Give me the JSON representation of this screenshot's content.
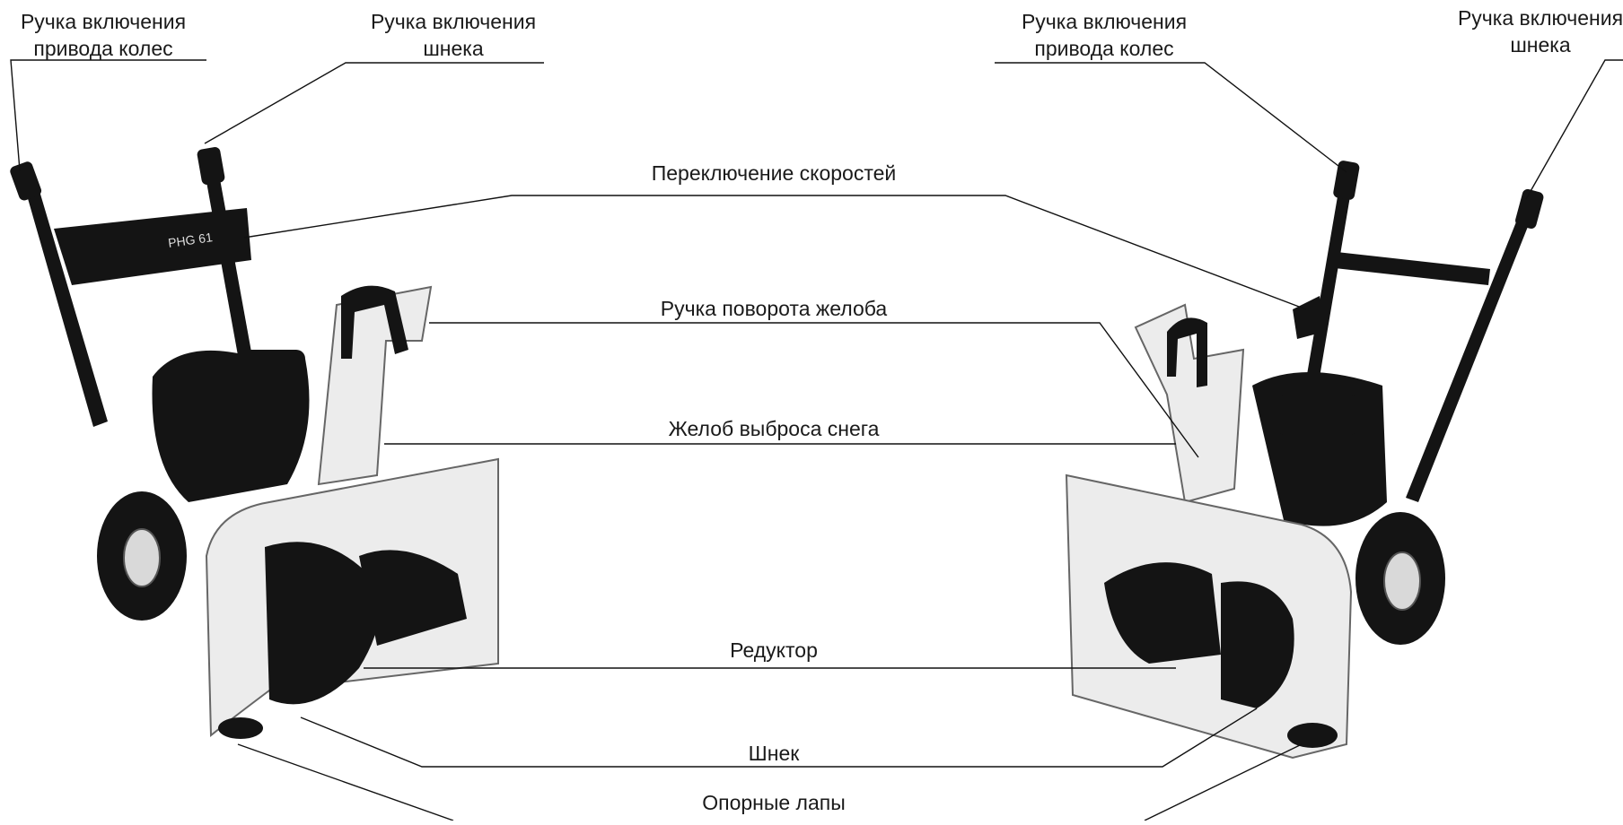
{
  "labels": {
    "left_wheel_drive": [
      "Ручка  включения",
      "привода колес"
    ],
    "left_auger": [
      "Ручка включения",
      "шнека"
    ],
    "right_wheel_drive": [
      "Ручка  включения",
      "привода колес"
    ],
    "right_auger": [
      "Ручка включения",
      "шнека"
    ],
    "speed_switch": "Переключение скоростей",
    "chute_handle": "Ручка поворота желоба",
    "chute": "Желоб выброса снега",
    "gearbox": "Редуктор",
    "auger": "Шнек",
    "skids": "Опорные лапы"
  },
  "machine_badge": "PHG 61"
}
